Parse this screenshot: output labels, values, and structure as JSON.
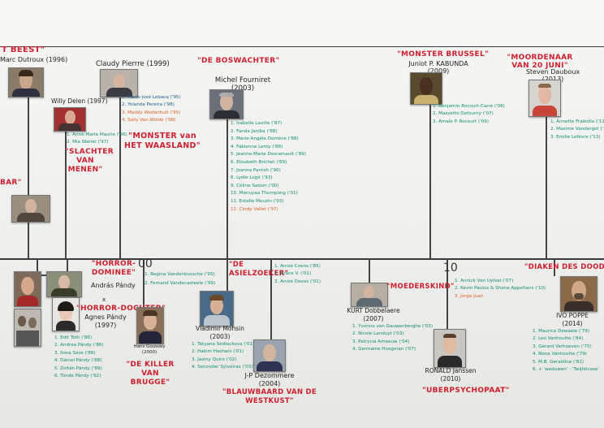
{
  "labels": {
    "beest": "T BEEST\"",
    "dutroux": "Marc Dutroux (1996)",
    "pierre": "Claudy Pierrre (1999)",
    "boswachter": "\"DE BOSWACHTER\"",
    "fourniret": "Michel Fourniret (2003)",
    "brussel": "\"MONSTER BRUSSEL\"",
    "kabunda": "Juniot P. KABUNDA (2009)",
    "moordenaar": "\"MOORDENAAR VAN 20 JUNI\"",
    "dauboux": "Steven Dauboux (2013)",
    "delen": "Willy Delen (1997)",
    "slachter": "\"SLACHTER VAN MENEN\"",
    "waasland": "\"MONSTER van HET WAASLAND\"",
    "bar": "BAR\"",
    "horror_dominee": "\"HORROR-DOMINEE\"",
    "andras": "András Pándy",
    "horror_dochter": "\"HORROR-DOCHTER\"",
    "agnes": "Agnes Pándy (1997)",
    "asielzoeker": "\"DE ASIELZOEKER\"",
    "mohsin": "Vladimir Mohsin (2003)",
    "killer": "\"DE KILLER VAN BRUGGE\"",
    "goussey": "Hans Goussey (2000)",
    "dezommere": "J-P Dezommere (2004)",
    "blauwbaard": "\"BLAUWBAARD VAN DE WESTKUST\"",
    "moederskind": "\"MOEDERSKIND\"",
    "dobbelaere": "KURT Dobbelaere (2007)",
    "janssen": "RONALD Janssen (2010)",
    "uberpsychopaat": "\"UBERPSYCHOPAAT\"",
    "diaken": "\"DIAKEN DES DOODS\"",
    "poppe": "IVO POPPE (2014)",
    "tick_00": "00",
    "tick_10": "10"
  },
  "lists": {
    "pierre": [
      "1. Marie-josé Lebacq ('95)",
      "2. Yolanda Pereira ('98)",
      "3. Maddy Wodenhult ('95)",
      "4. Sally Van Wolde ('98)"
    ],
    "delen": [
      "1. Anne-Marie Maurie ('96)",
      "2. Mia Watrel ('97)"
    ],
    "fourniret": [
      "1. Isabelle Laville ('87)",
      "2. Fanda Janiba ('88)",
      "3. Marie-Angèle Domèce ('88)",
      "4. Fabienne Leroy ('88)",
      "5. Jeanne-Marie Desramault ('89)",
      "6. Elisabeth Brichet ('89)",
      "7. Joanna Parrish ('90)",
      "8. Lydie Logé ('93)",
      "9. Céline Saison ('00)",
      "10. Manuyaa Thumpong ('01)",
      "11. Estelle Mouzin ('03)",
      "12. Cindy Vallet ('97)"
    ],
    "kabunda": [
      "1. Benjamin Rocourt-Carré ('06)",
      "2. Mazzetto Defourny ('07)",
      "3. Amale P. Rocourt ('09)"
    ],
    "dauboux": [
      "1. Annette Fraikolla ('12)",
      "2. Maxime Vandergot ('12)",
      "3. Emilie Lefèvre ('13)"
    ],
    "agnes": [
      "1. Edit Tóth ('86)",
      "2. Andrea Pándy ('86)",
      "3. Ilona Sóos ('88)",
      "4. Dániel Pándy ('88)",
      "5. Zoltán Pándy ('89)",
      "6. Tünde Pándy ('92)"
    ],
    "mohsin": [
      "1. Regina Vandenbussche ('95)",
      "2. Fernand Vandecasteele ('99)"
    ],
    "asiel": [
      "1. Tatyana Sedlackova ('01)",
      "2. Hakim Hashani ('01)",
      "3. Jasmy Quiro ('02)",
      "4. Seconder Sylveiras ('03)"
    ],
    "dezommere": [
      "1. Annie Coens ('85)",
      "2. Grace V. ('01)",
      "3. Annie Devos ('01)"
    ],
    "dobbelaere": [
      "1. Yvonne van Gauwenberghe ('03)",
      "2. Nicole Landuyt ('03)",
      "3. Patrycia Ameeuw ('04)",
      "4. Germaine Hoogman ('07)"
    ],
    "janssen": [
      "1. Annick Van Uytsel ('07)",
      "2. Kevin Paulus & Shana Appeltans ('10)",
      "3. Jorge Juan"
    ],
    "poppe": [
      "1. Maurice Dewaele ('79)",
      "2. Leo Vanhoutte ('84)",
      "3. Gerard Verhoeven ('75)",
      "4. Nona Vanhoutte ('79)",
      "5. M.B. Geraldine ('81)",
      "6. + 'weduwen' - 'Twijfelcase'"
    ]
  },
  "colors": {
    "marker_red": "#cc1f2f",
    "marker_green": "#0f8f72",
    "marker_blue": "#1d5f8a",
    "marker_orange": "#e0602a",
    "line": "#3a3a3a"
  }
}
